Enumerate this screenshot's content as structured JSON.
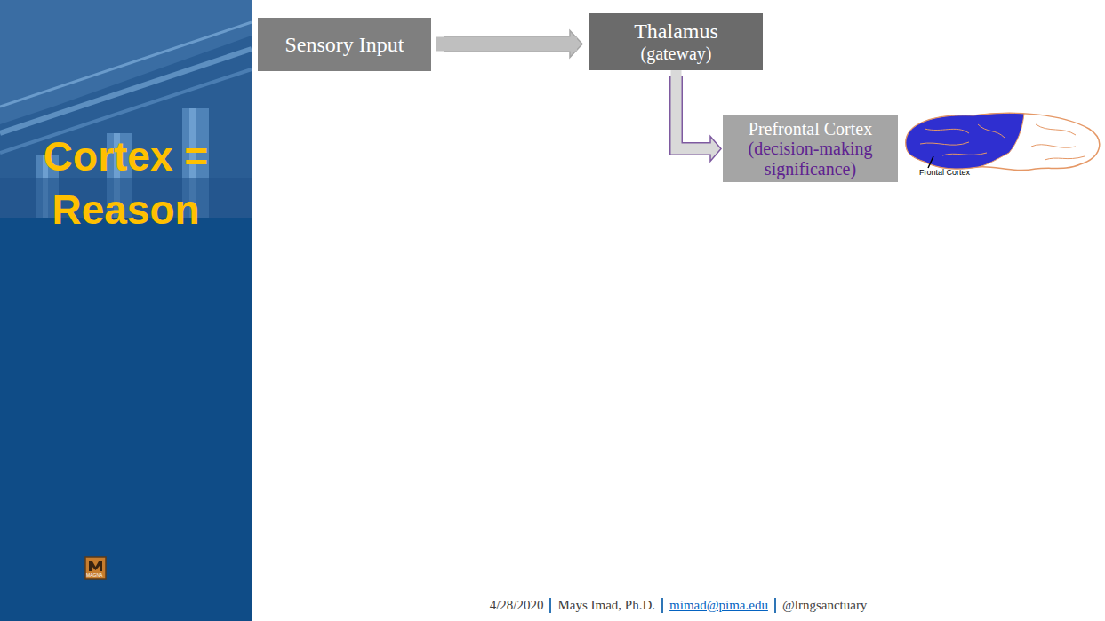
{
  "diagram": {
    "title": "Cortex = Reason",
    "nodes": [
      {
        "text": [
          "Sensory Input"
        ]
      },
      {
        "text": [
          "Thalamus",
          "(gateway)"
        ]
      },
      {
        "text": [
          "Prefrontal Cortex",
          "(decision-making significance)"
        ]
      }
    ],
    "edges": [
      {
        "from": 0,
        "to": 1,
        "arrow": "to"
      },
      {
        "from": 1,
        "to": 2,
        "arrow": "to"
      }
    ],
    "labels": [
      "Frontal Cortex",
      "MAGNA",
      "4/28/2020",
      "Mays Imad, Ph.D.",
      "mimad@pima.edu",
      "@lrngsanctuary"
    ]
  }
}
